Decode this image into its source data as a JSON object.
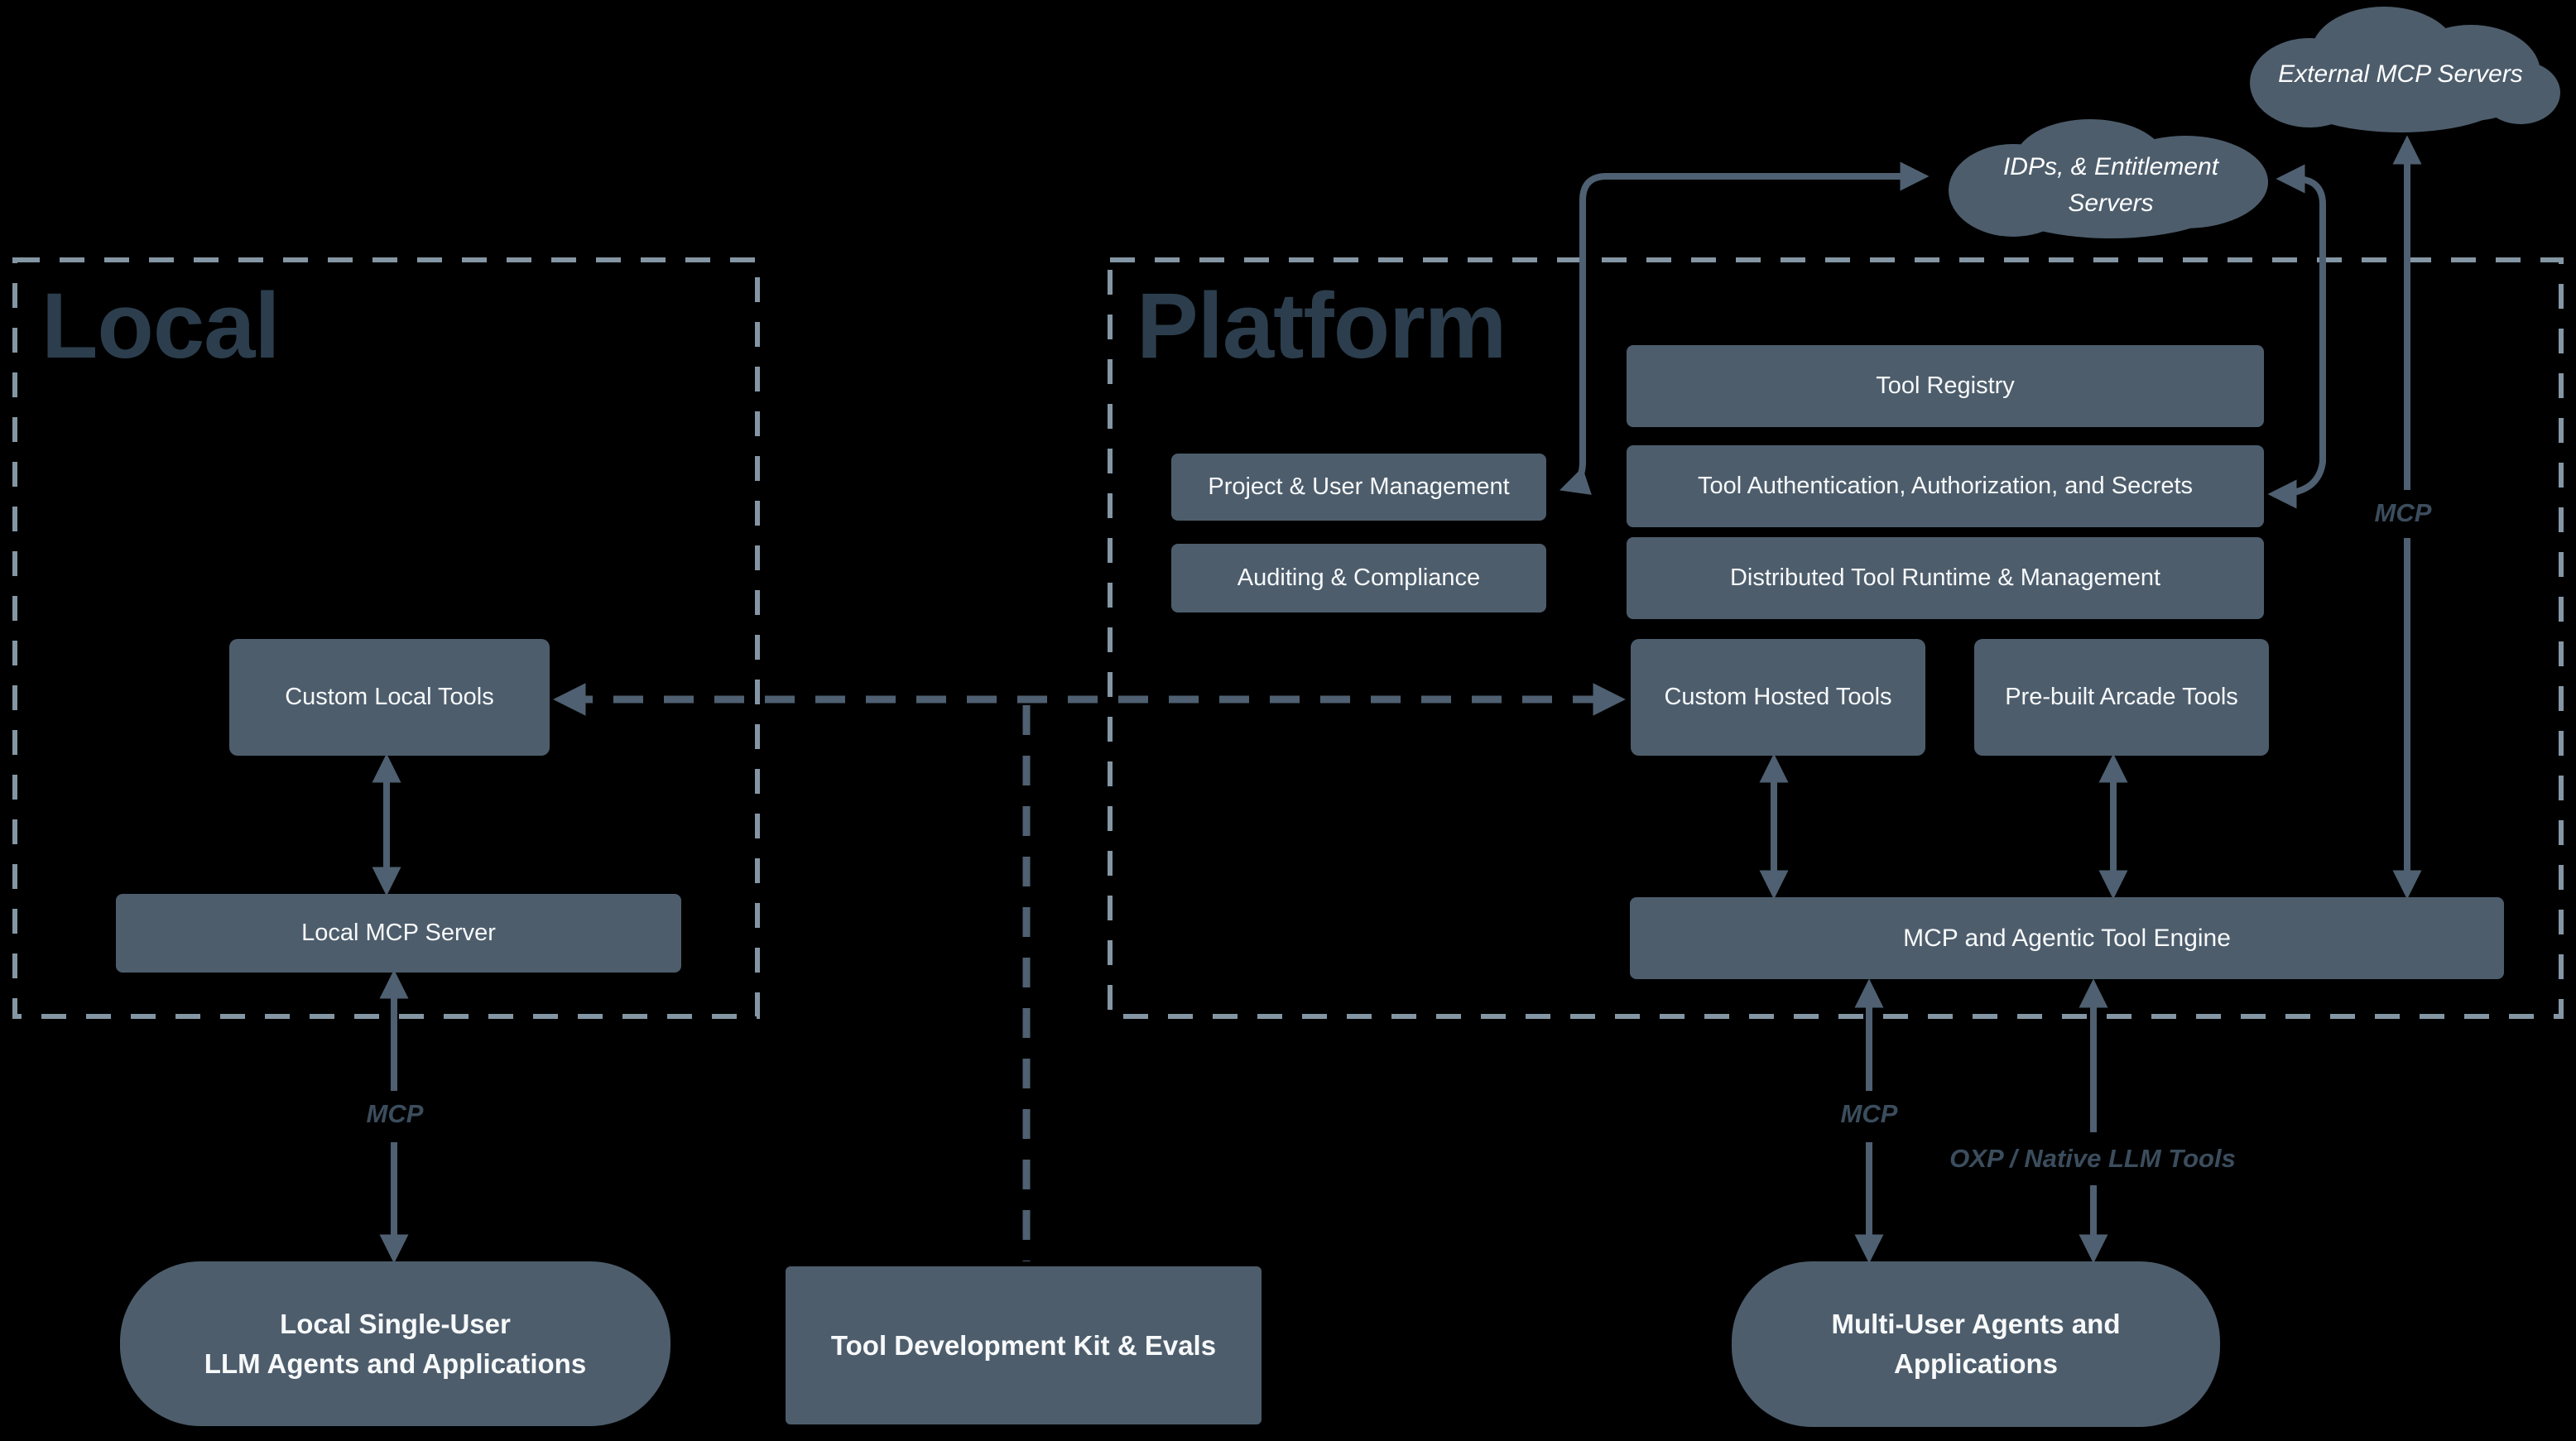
{
  "sections": {
    "local": {
      "title": "Local"
    },
    "platform": {
      "title": "Platform"
    }
  },
  "clouds": {
    "external_mcp": {
      "label": "External MCP Servers"
    },
    "idps": {
      "label_line1": "IDPs, & Entitlement",
      "label_line2": "Servers"
    }
  },
  "local_nodes": {
    "custom_local_tools": "Custom Local Tools",
    "local_mcp_server": "Local MCP Server",
    "agents": {
      "line1": "Local Single-User",
      "line2": "LLM Agents and Applications"
    }
  },
  "platform_nodes": {
    "tool_registry": "Tool Registry",
    "project_user_management": "Project & User Management",
    "tool_authentication": "Tool Authentication, Authorization, and Secrets",
    "auditing_compliance": "Auditing & Compliance",
    "distributed_runtime": "Distributed Tool Runtime & Management",
    "custom_hosted_tools": "Custom Hosted Tools",
    "prebuilt_arcade_tools": "Pre-built Arcade Tools",
    "engine": "MCP and Agentic Tool Engine"
  },
  "bottom_nodes": {
    "tool_development_kit": "Tool Development Kit & Evals",
    "multi_user": {
      "line1": "Multi-User Agents and",
      "line2": "Applications"
    }
  },
  "edge_labels": {
    "mcp_local": "MCP",
    "mcp_platform": "MCP",
    "mcp_external": "MCP",
    "oxp": "OXP / Native LLM Tools"
  },
  "colors": {
    "background": "#000000",
    "node_fill": "#4d5d6c",
    "arrow": "#4e6071",
    "section_border": "#8496a4",
    "section_title": "#2c3e4d",
    "edge_label_text": "#3b4d5d",
    "node_text": "#f7f9fa"
  }
}
